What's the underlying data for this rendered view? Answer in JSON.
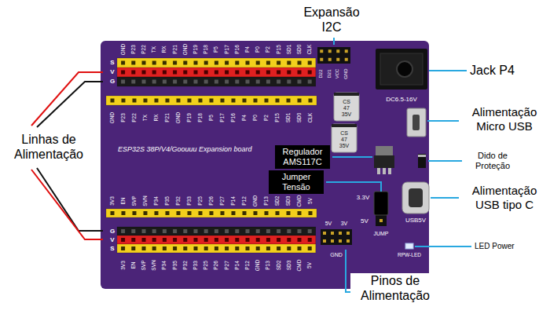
{
  "diagram": {
    "nodes": [
      {
        "text": [
          "Regulador AMS117C"
        ]
      },
      {
        "text": [
          "Jumper Tensão"
        ]
      }
    ],
    "labels": [
      "Expansão I2C",
      "Jack P4",
      "Alimentação Micro USB",
      "Dido de Proteção",
      "Alimentação USB tipo C",
      "LED Power",
      "Pinos de Alimentação",
      "Linhas de Alimentação",
      "ESP32S 38P/V4/Goouuu Expansion board",
      "DC6.5-16V",
      "USB5V",
      "RPW-LED",
      "3.3V",
      "5V",
      "JUMP",
      "5V",
      "3V",
      "GND",
      "D22",
      "D21",
      "VCC",
      "GND",
      "CS 47 35V",
      "CS 47 35V",
      "S",
      "V",
      "G",
      "G",
      "V",
      "S",
      "GND",
      "P23",
      "P22",
      "TX",
      "RX",
      "P21",
      "GND",
      "P19",
      "P18",
      "P5",
      "P17",
      "P16",
      "P4",
      "P0",
      "P2",
      "P15",
      "SD1",
      "SD0",
      "CLK",
      "GND",
      "P23",
      "P22",
      "TX",
      "RX",
      "P21",
      "GND",
      "P19",
      "P18",
      "P5",
      "P17",
      "P16",
      "P4",
      "P0",
      "P2",
      "P15",
      "SD1",
      "SD0",
      "CLK",
      "3V3",
      "EN",
      "SVP",
      "SVN",
      "P34",
      "P35",
      "P32",
      "P33",
      "P25",
      "P26",
      "P27",
      "P14",
      "P12",
      "GND",
      "P13",
      "SD2",
      "SD3",
      "CMD",
      "5V",
      "3V3",
      "EN",
      "SVP",
      "SVN",
      "P34",
      "P35",
      "P32",
      "P33",
      "P25",
      "P26",
      "P27",
      "P14",
      "P12",
      "GND",
      "P13",
      "SD2",
      "SD3",
      "CMD",
      "5V"
    ]
  }
}
